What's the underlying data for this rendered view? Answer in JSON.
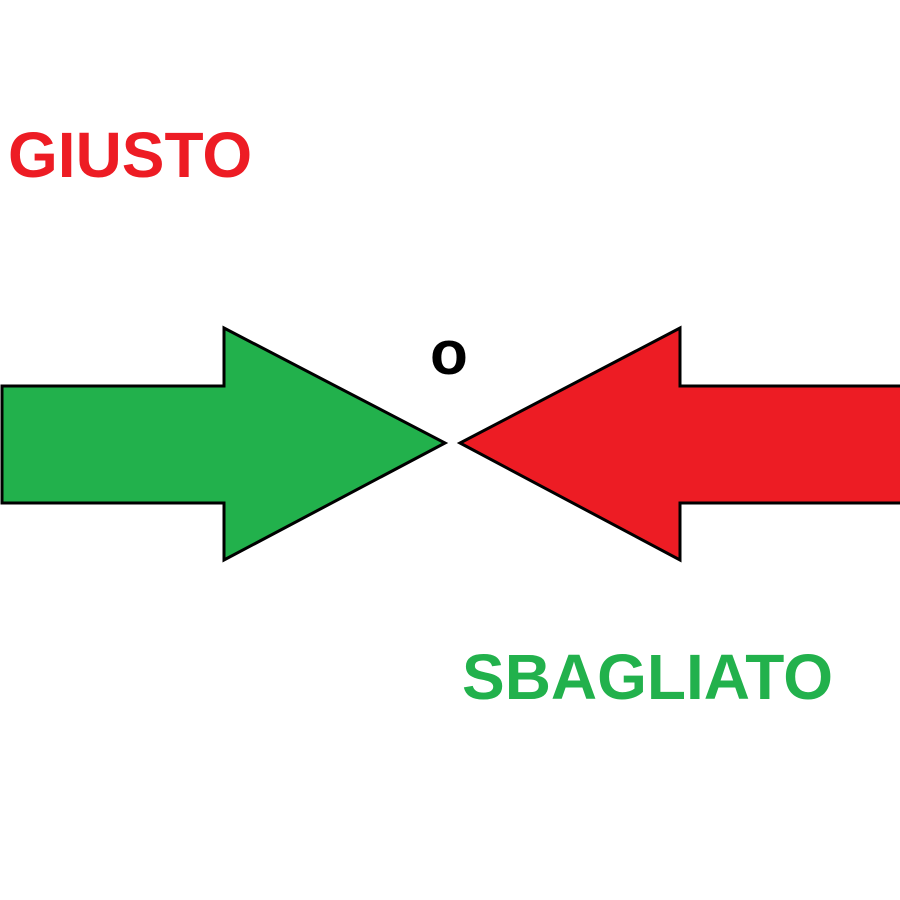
{
  "labels": {
    "top": "GIUSTO",
    "middle": "o",
    "bottom": "SBAGLIATO"
  },
  "colors": {
    "green": "#22b14c",
    "red": "#ed1c24",
    "outline": "#000000"
  }
}
